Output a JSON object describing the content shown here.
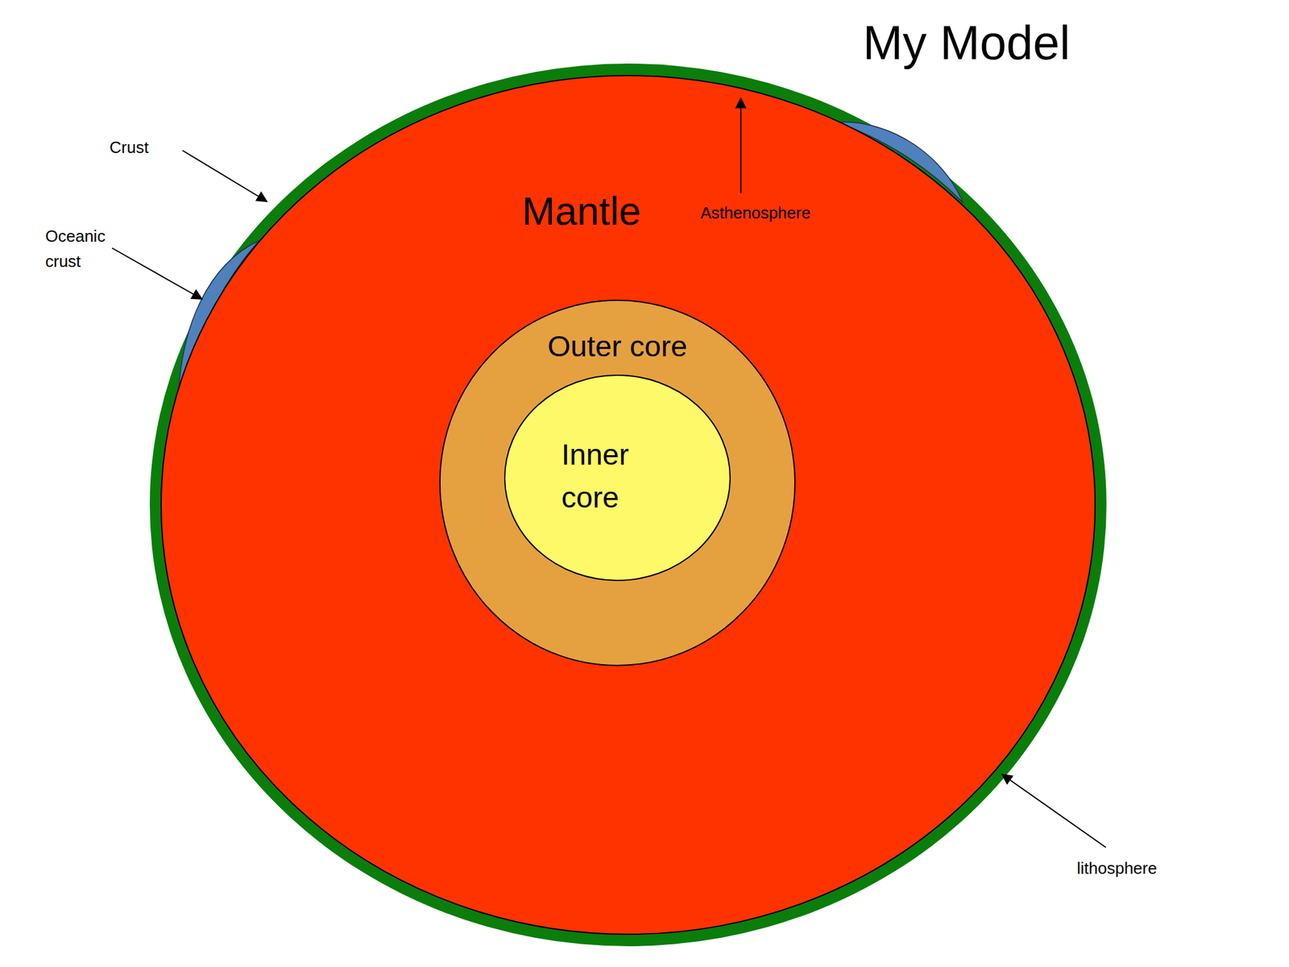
{
  "diagram": {
    "title": "My Model",
    "nodes": [
      {
        "text": [
          "Mantle"
        ]
      },
      {
        "text": [
          "Outer core"
        ],
        "in": 0
      },
      {
        "text": [
          "Inner core"
        ],
        "in": 1
      }
    ],
    "labels": [
      "Crust",
      "Oceanic crust",
      "Asthenosphere",
      "lithosphere"
    ]
  }
}
